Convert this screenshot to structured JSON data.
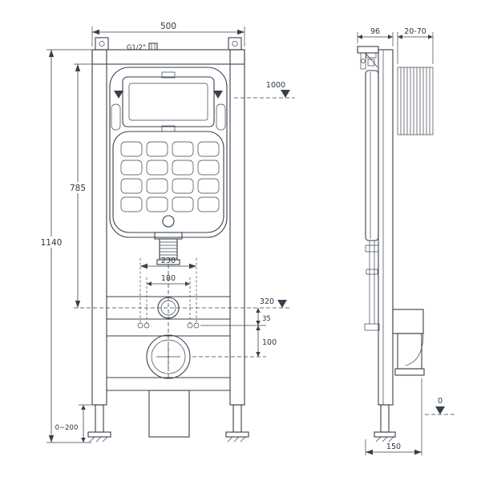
{
  "meta": {
    "background_color": "#ffffff",
    "line_color": "#39414c",
    "text_color": "#2f3640",
    "description": "Technical installation drawing of a concealed wall-hung WC cistern frame, front view and side view with dimensions"
  },
  "front_view": {
    "name": "front-view",
    "dims": {
      "width": "500",
      "supply": "G1/2\"",
      "level_supply": "1000",
      "height_to_outlet": "785",
      "total_height": "1140",
      "bolt_spacing_outer": "230",
      "bolt_spacing_inner": "180",
      "outlet_level": "320",
      "hole_offset": "35",
      "drain_offset": "100",
      "leg_adjust": "0~200"
    }
  },
  "side_view": {
    "name": "side-view",
    "dims": {
      "frame_depth": "96",
      "wall_distance": "20-70",
      "outlet_distance": "150",
      "floor_level": "0"
    }
  }
}
